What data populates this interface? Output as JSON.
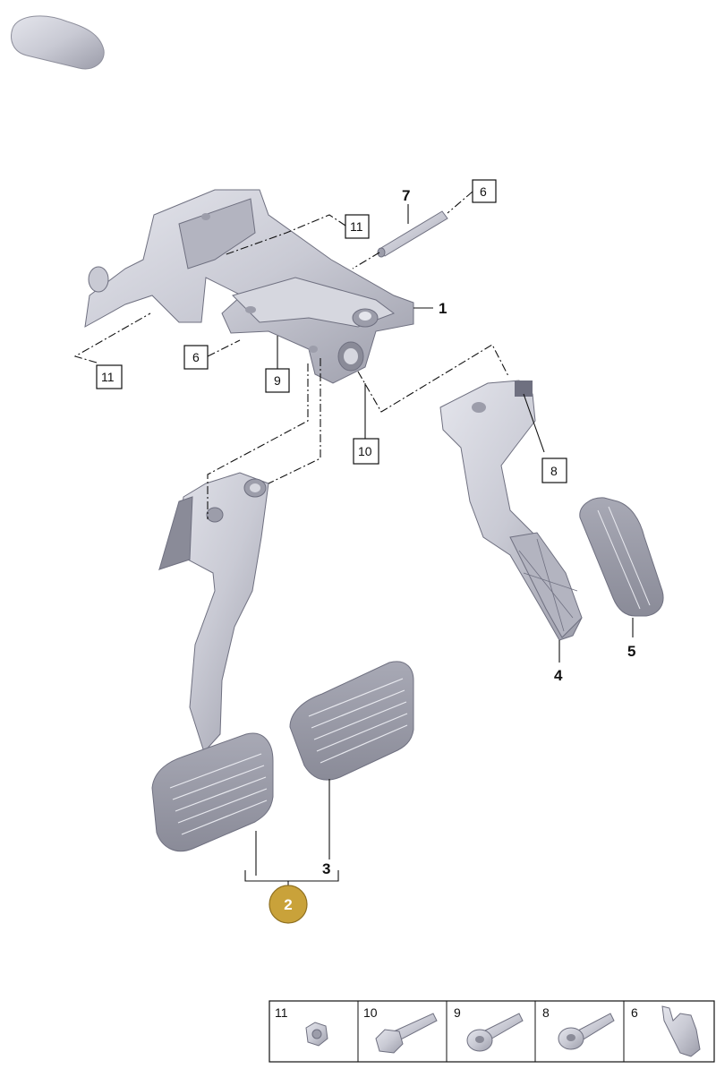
{
  "callouts": {
    "c1": "1",
    "c2": "2",
    "c3": "3",
    "c4": "4",
    "c5": "5",
    "c6a": "6",
    "c6b": "6",
    "c7": "7",
    "c8": "8",
    "c9": "9",
    "c10": "10",
    "c11a": "11",
    "c11b": "11"
  },
  "legend": {
    "items": [
      {
        "num": "11",
        "icon": "hex-nut-icon"
      },
      {
        "num": "10",
        "icon": "hex-bolt-icon"
      },
      {
        "num": "9",
        "icon": "flange-bolt-icon"
      },
      {
        "num": "8",
        "icon": "flange-bolt-icon"
      },
      {
        "num": "6",
        "icon": "spring-clip-icon"
      }
    ]
  },
  "colors": {
    "part_fill": "#c9cad4",
    "part_shade": "#9c9daa",
    "part_highlight": "#e4e5ec",
    "callout_badge": "#c9a23a",
    "line": "#111111"
  }
}
